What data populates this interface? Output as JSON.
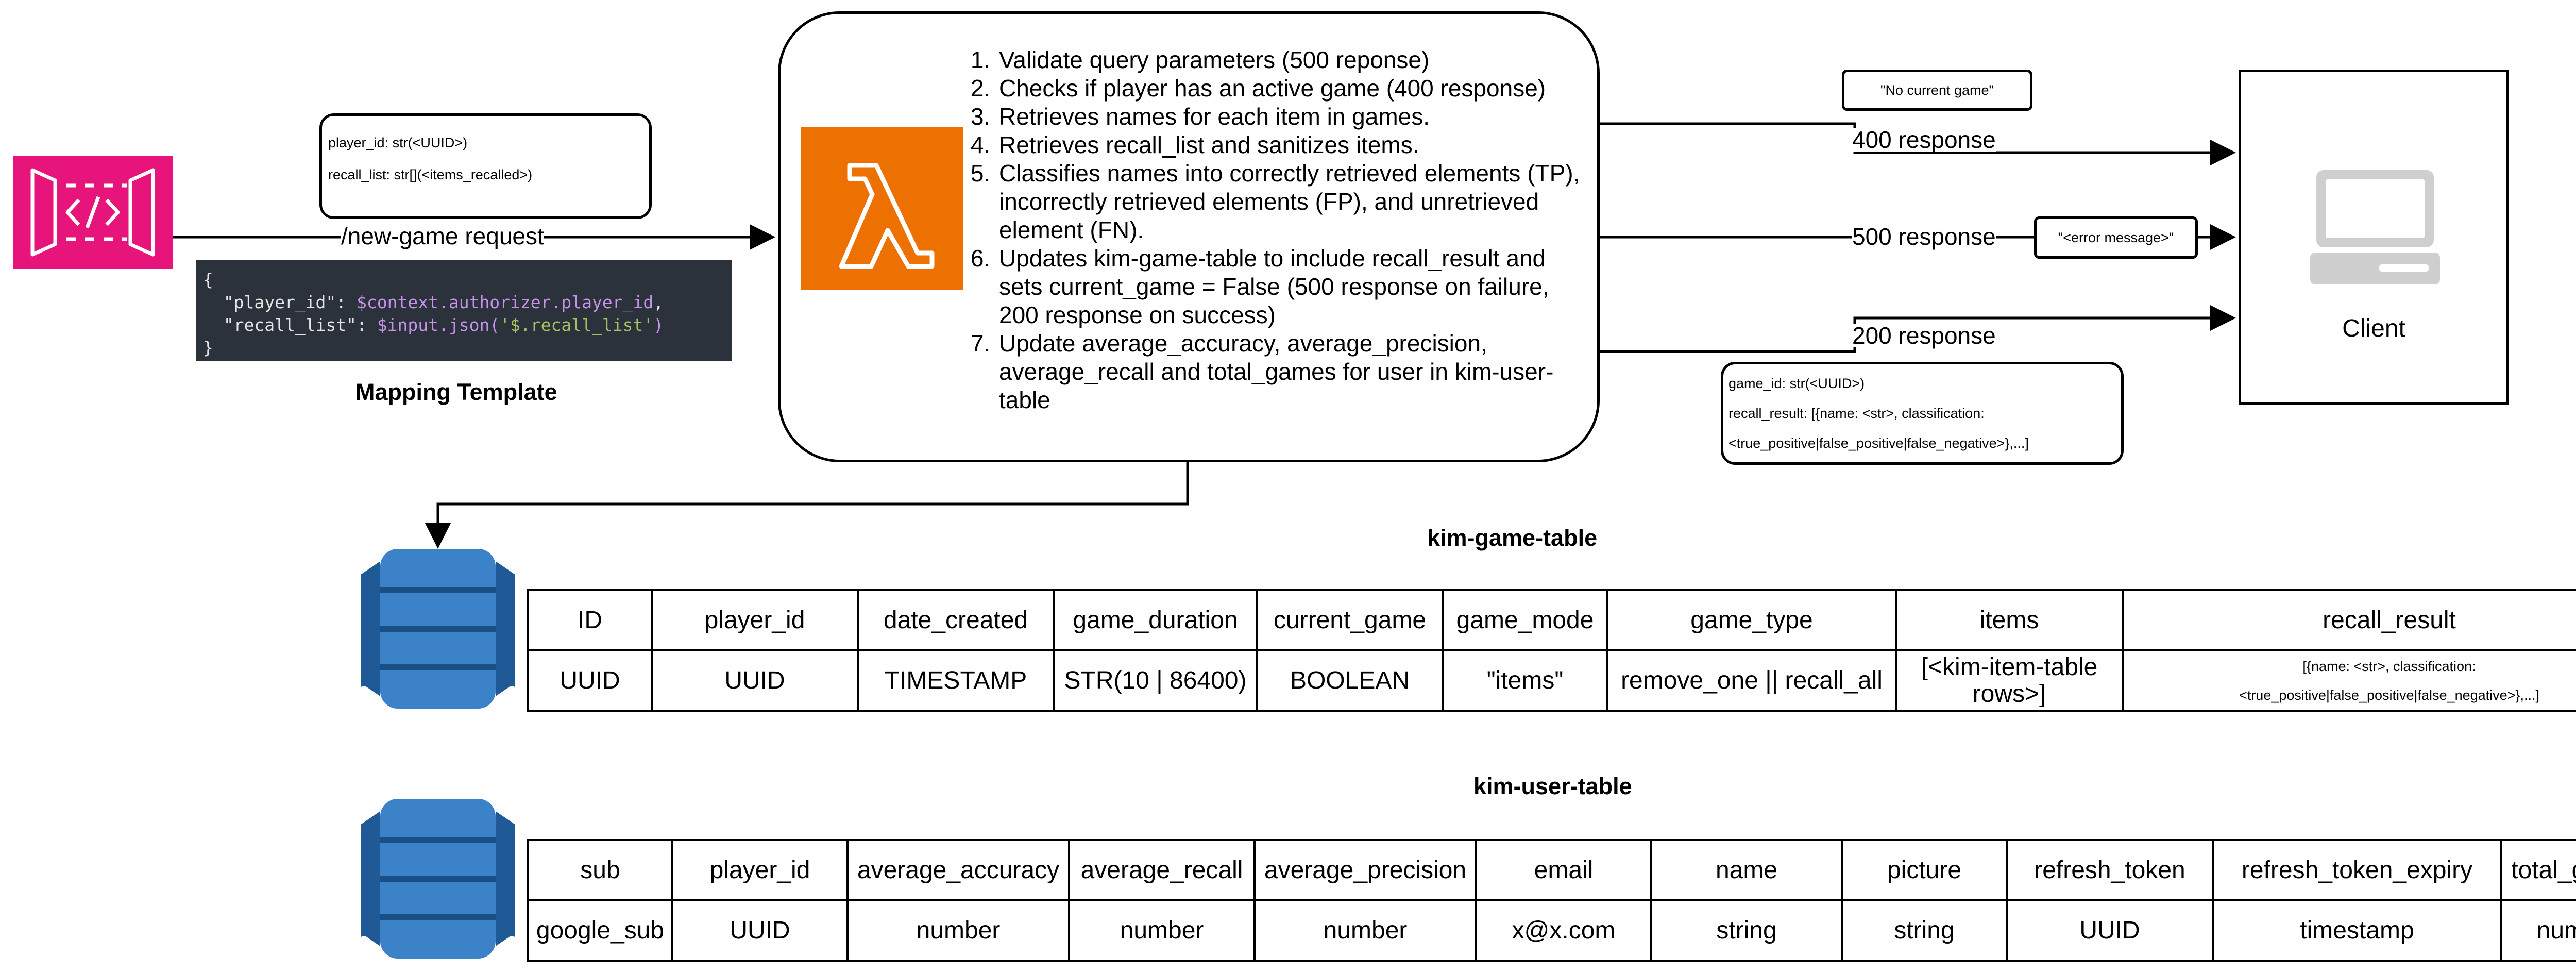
{
  "api_gateway": {
    "request_label": "/new-game request",
    "request_params": [
      "player_id: str(<UUID>)",
      "recall_list: str[](<items_recalled>)"
    ]
  },
  "mapping_template": {
    "title": "Mapping Template",
    "code": {
      "open": "{",
      "line1_key": "\"player_id\": ",
      "line1_val": "$context.authorizer.player_id",
      "line1_tail": ",",
      "line2_key": "\"recall_list\": ",
      "line2_fn": "$input.json(",
      "line2_str": "'$.recall_list'",
      "line2_tail": ")",
      "close": "}"
    }
  },
  "lambda": {
    "steps": [
      "Validate query parameters (500 reponse)",
      "Checks if player has an active game (400 response)",
      "Retrieves names for each item in games.",
      "Retrieves recall_list and sanitizes items.",
      "Classifies names into correctly retrieved elements (TP), incorrectly retrieved elements (FP), and unretrieved element (FN).",
      "Updates kim-game-table to include recall_result and sets current_game = False (500 response on failure, 200 response on success)",
      "Update average_accuracy, average_precision, average_recall and total_games for user in kim-user-table"
    ]
  },
  "responses": {
    "r400": "400 response",
    "r400_note": "\"No current game\"",
    "r500": "500 response",
    "r500_note": "\"<error message>\"",
    "r200": "200 response",
    "r200_body": [
      "game_id: str(<UUID>)",
      "recall_result: [{name: <str>, classification:",
      "<true_positive|false_positive|false_negative>},...]"
    ]
  },
  "client": {
    "label": "Client"
  },
  "game_table": {
    "title": "kim-game-table",
    "headers": [
      "ID",
      "player_id",
      "date_created",
      "game_duration",
      "current_game",
      "game_mode",
      "game_type",
      "items",
      "recall_result"
    ],
    "row": [
      "UUID",
      "UUID",
      "TIMESTAMP",
      "STR(10 | 86400)",
      "BOOLEAN",
      "\"items\"",
      "remove_one || recall_all",
      "[<kim-item-table rows>]",
      "[{name: <str>, classification: <true_positive|false_positive|false_negative>},...]"
    ]
  },
  "user_table": {
    "title": "kim-user-table",
    "headers": [
      "sub",
      "player_id",
      "average_accuracy",
      "average_recall",
      "average_precision",
      "email",
      "name",
      "picture",
      "refresh_token",
      "refresh_token_expiry",
      "total_games"
    ],
    "row": [
      "google_sub",
      "UUID",
      "number",
      "number",
      "number",
      "x@x.com",
      "string",
      "string",
      "UUID",
      "timestamp",
      "number"
    ]
  },
  "colors": {
    "api_gateway": "#e7157b",
    "lambda": "#ed7100",
    "dynamodb_light": "#3b82c8",
    "dynamodb_dark": "#1f5a96",
    "code_bg": "#2b323c",
    "client_icon": "#cfcfcf"
  }
}
